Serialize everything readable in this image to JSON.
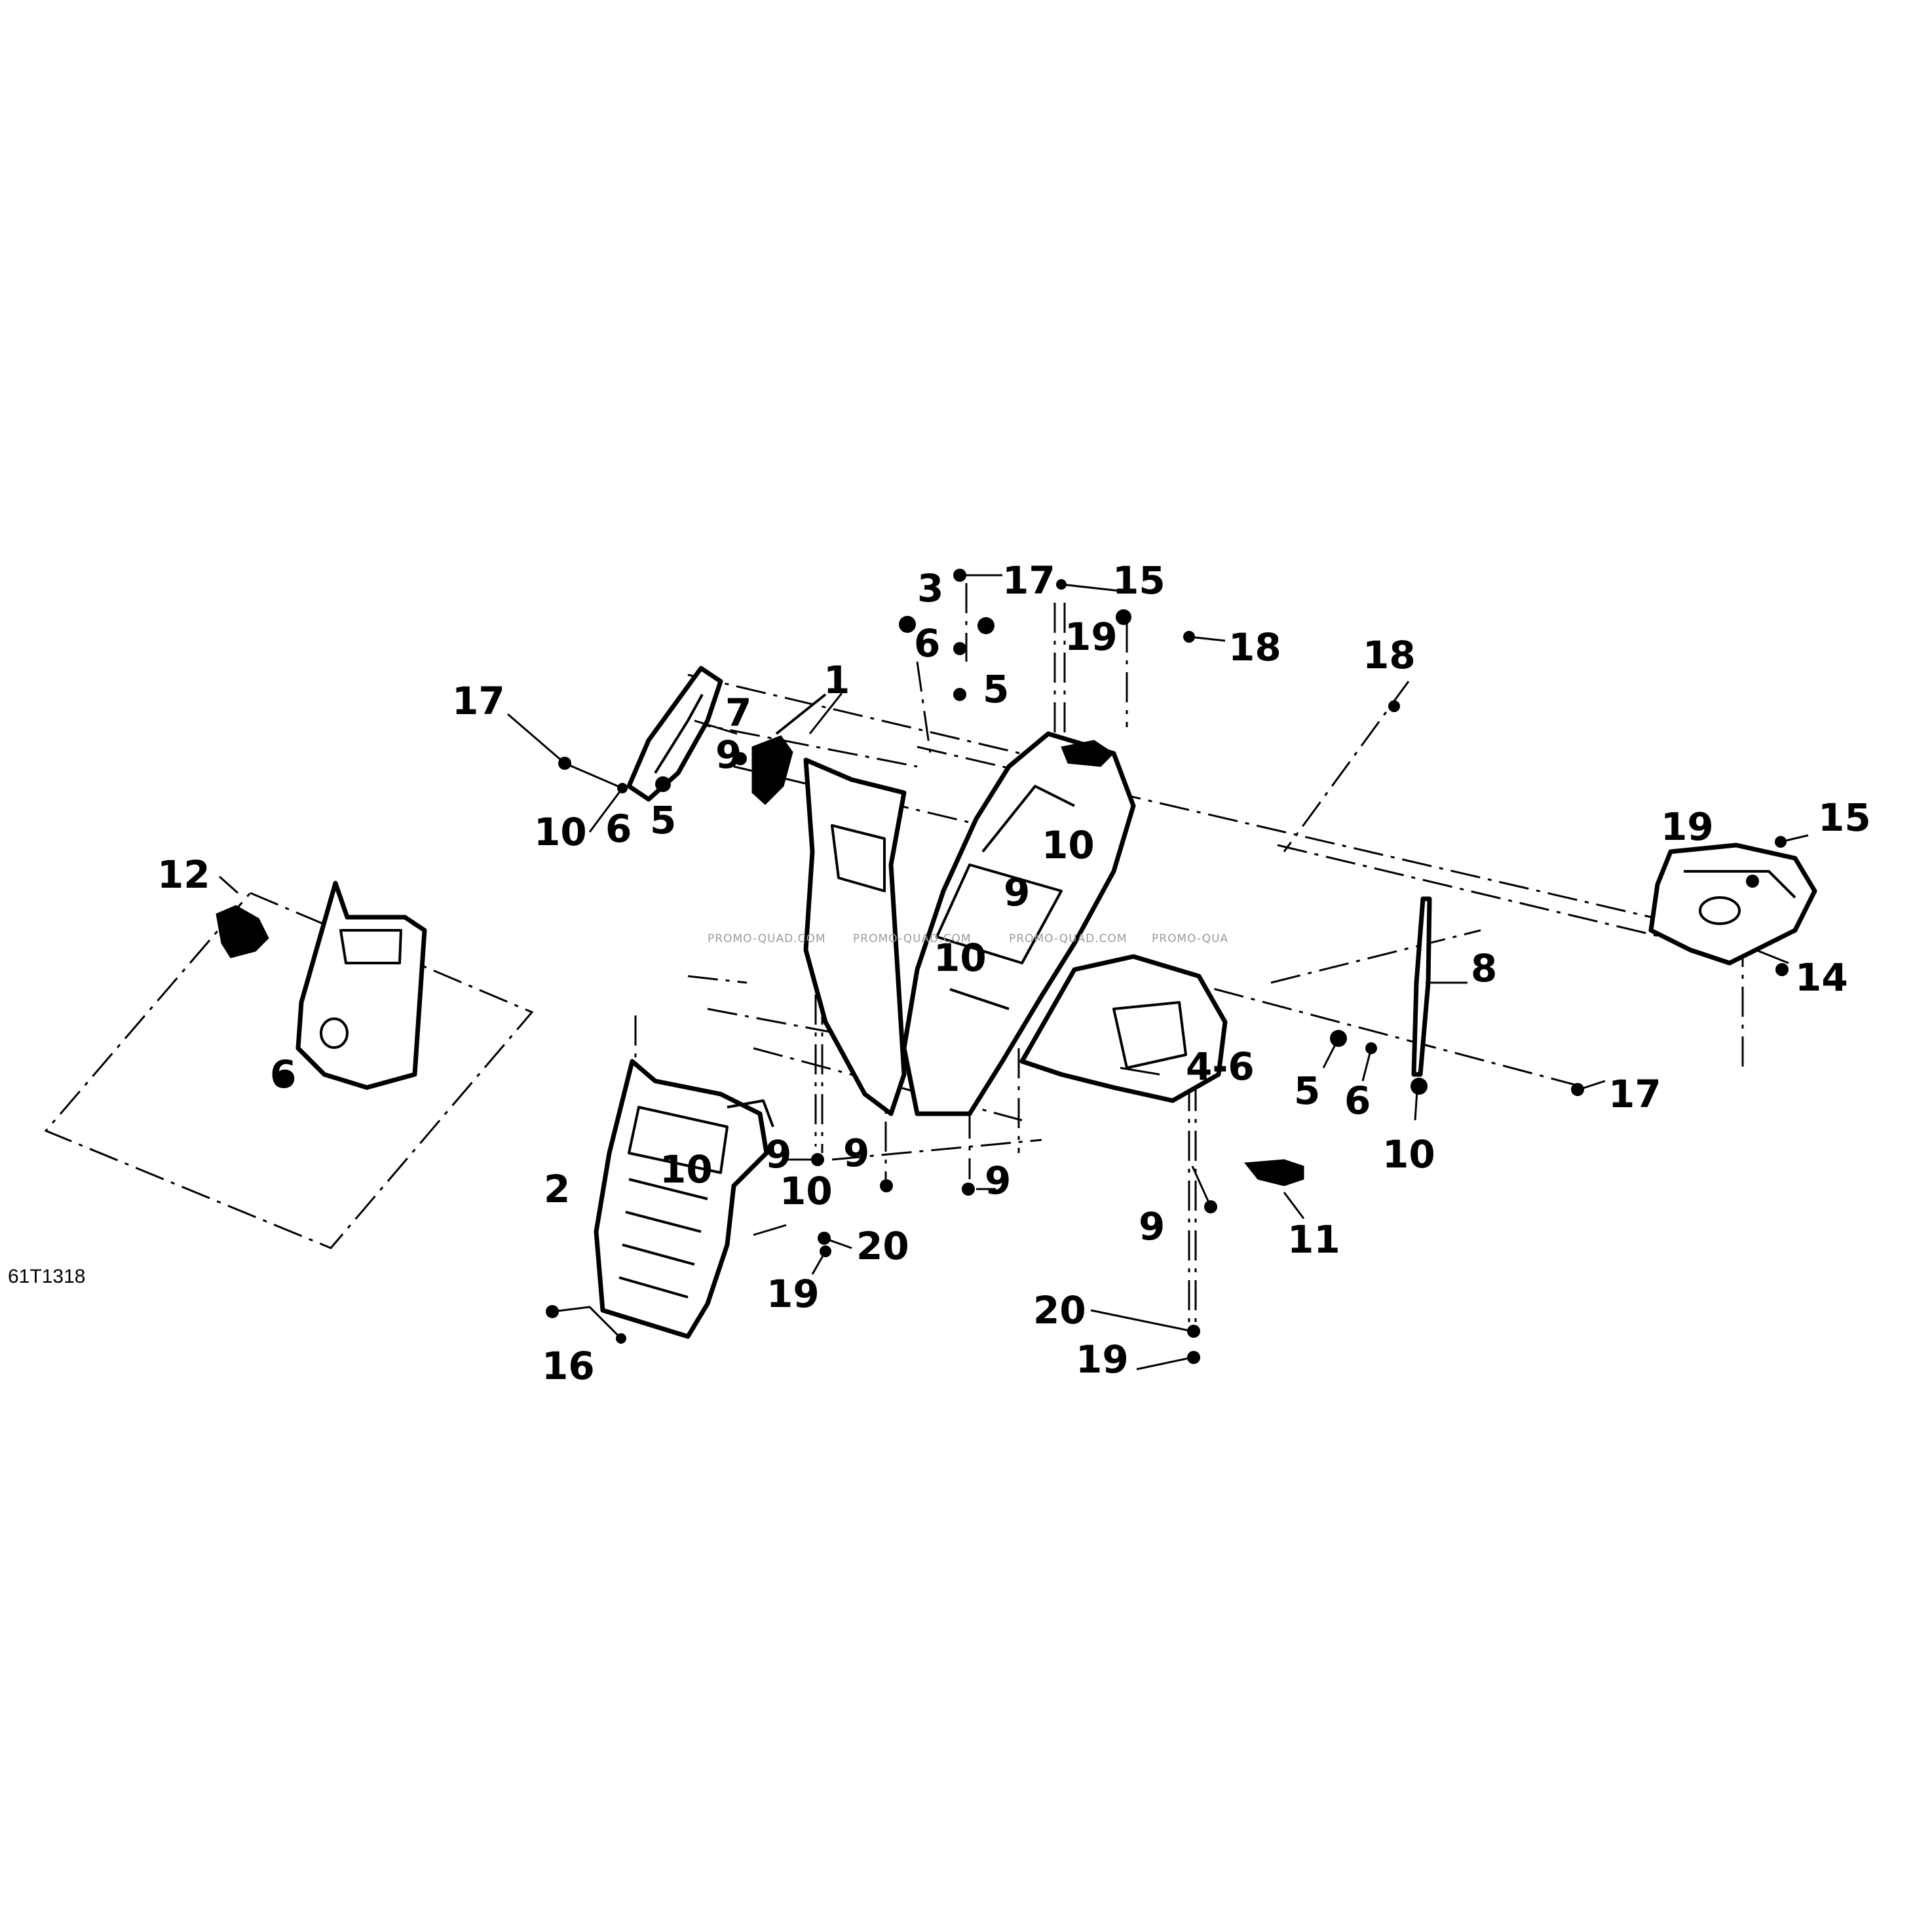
{
  "diagram": {
    "code": "61T1318",
    "watermarks": [
      "PROMO-QUAD.COM",
      "PROMO-QUAD.COM",
      "PROMO-QUAD.COM",
      "PROMO-QUA"
    ],
    "callouts": [
      {
        "id": "c1",
        "label": "1"
      },
      {
        "id": "c2",
        "label": "2"
      },
      {
        "id": "c3",
        "label": "3"
      },
      {
        "id": "c4",
        "label": "4-6"
      },
      {
        "id": "c5a",
        "label": "5"
      },
      {
        "id": "c5b",
        "label": "5"
      },
      {
        "id": "c5c",
        "label": "5"
      },
      {
        "id": "c6a",
        "label": "6"
      },
      {
        "id": "c6b",
        "label": "6"
      },
      {
        "id": "c6c",
        "label": "6"
      },
      {
        "id": "c6d",
        "label": "6"
      },
      {
        "id": "c7",
        "label": "7"
      },
      {
        "id": "c8",
        "label": "8"
      },
      {
        "id": "c9a",
        "label": "9"
      },
      {
        "id": "c9b",
        "label": "9"
      },
      {
        "id": "c9c",
        "label": "9"
      },
      {
        "id": "c9d",
        "label": "9"
      },
      {
        "id": "c9e",
        "label": "9"
      },
      {
        "id": "c9f",
        "label": "9"
      },
      {
        "id": "c10a",
        "label": "10"
      },
      {
        "id": "c10b",
        "label": "10"
      },
      {
        "id": "c10c",
        "label": "10"
      },
      {
        "id": "c10d",
        "label": "10"
      },
      {
        "id": "c10e",
        "label": "10"
      },
      {
        "id": "c10f",
        "label": "10"
      },
      {
        "id": "c11",
        "label": "11"
      },
      {
        "id": "c12",
        "label": "12"
      },
      {
        "id": "c14",
        "label": "14"
      },
      {
        "id": "c15a",
        "label": "15"
      },
      {
        "id": "c15b",
        "label": "15"
      },
      {
        "id": "c16",
        "label": "16"
      },
      {
        "id": "c17a",
        "label": "17"
      },
      {
        "id": "c17b",
        "label": "17"
      },
      {
        "id": "c17c",
        "label": "17"
      },
      {
        "id": "c18a",
        "label": "18"
      },
      {
        "id": "c18b",
        "label": "18"
      },
      {
        "id": "c19a",
        "label": "19"
      },
      {
        "id": "c19b",
        "label": "19"
      },
      {
        "id": "c19c",
        "label": "19"
      },
      {
        "id": "c19d",
        "label": "19"
      },
      {
        "id": "c20a",
        "label": "20"
      },
      {
        "id": "c20b",
        "label": "20"
      }
    ]
  }
}
